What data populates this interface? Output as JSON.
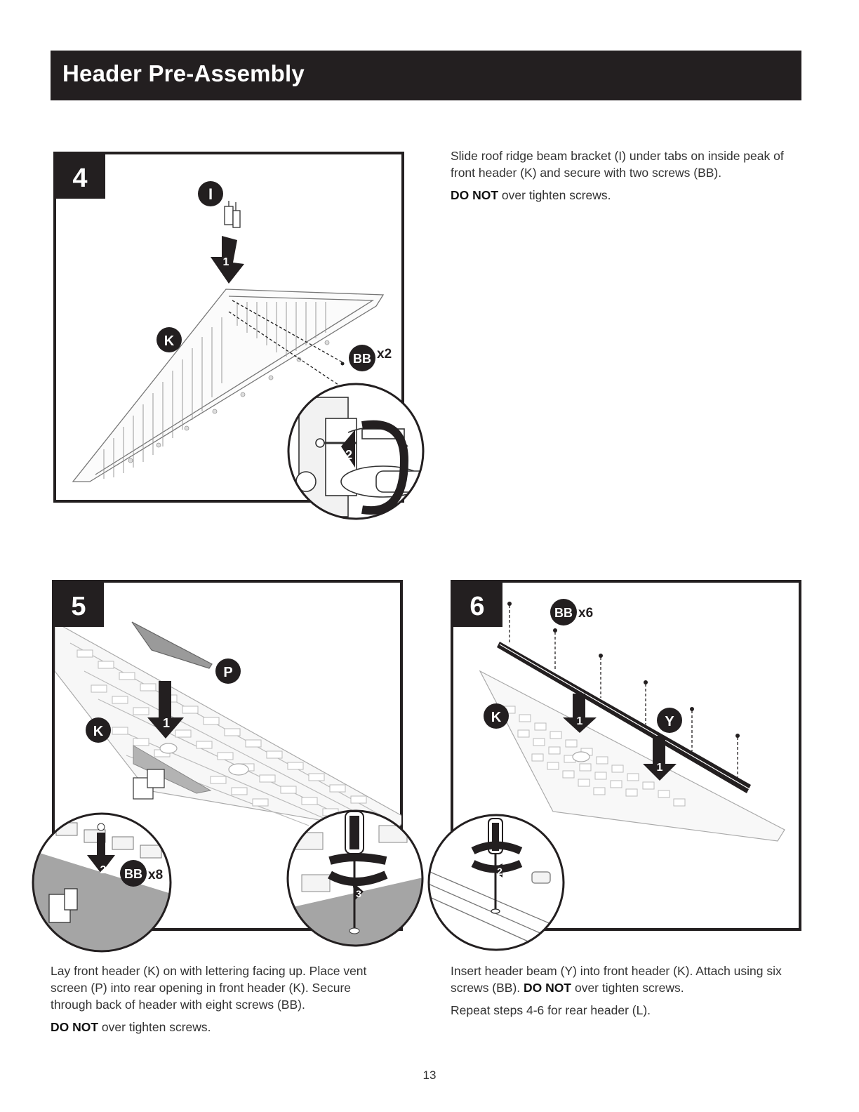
{
  "header": {
    "title": "Header Pre-Assembly"
  },
  "colors": {
    "bar": "#231f20",
    "badge": "#231f20",
    "screen_gray": "#9a9a9a"
  },
  "steps": [
    {
      "number": "4",
      "callouts": {
        "bracket": "I",
        "header": "K",
        "screw": "BB",
        "screw_qty": "x2",
        "action1": "1",
        "action2": "2"
      },
      "text": [
        "Slide roof ridge beam bracket (I) under tabs on inside peak of front header (K) and secure with two screws (BB)."
      ],
      "warning_bold": "DO NOT",
      "warning_rest": " over tighten screws."
    },
    {
      "number": "5",
      "callouts": {
        "screen": "P",
        "header": "K",
        "screw": "BB",
        "screw_qty": "x8",
        "action1": "1",
        "action2": "2",
        "action3": "3"
      },
      "text": [
        "Lay front header (K) on with lettering facing up. Place vent screen (P) into rear opening in front header (K). Secure through back of header with eight screws (BB)."
      ],
      "warning_bold": "DO NOT",
      "warning_rest": " over tighten screws."
    },
    {
      "number": "6",
      "callouts": {
        "beam": "Y",
        "header": "K",
        "screw": "BB",
        "screw_qty": "x6",
        "action1": "1",
        "action2": "2"
      },
      "text_before": "Insert header beam (Y) into front header (K). Attach using six screws (BB). ",
      "warning_bold": "DO NOT",
      "warning_rest": " over tighten screws.",
      "repeat": "Repeat steps 4-6 for rear header (L)."
    }
  ],
  "page_number": "13"
}
